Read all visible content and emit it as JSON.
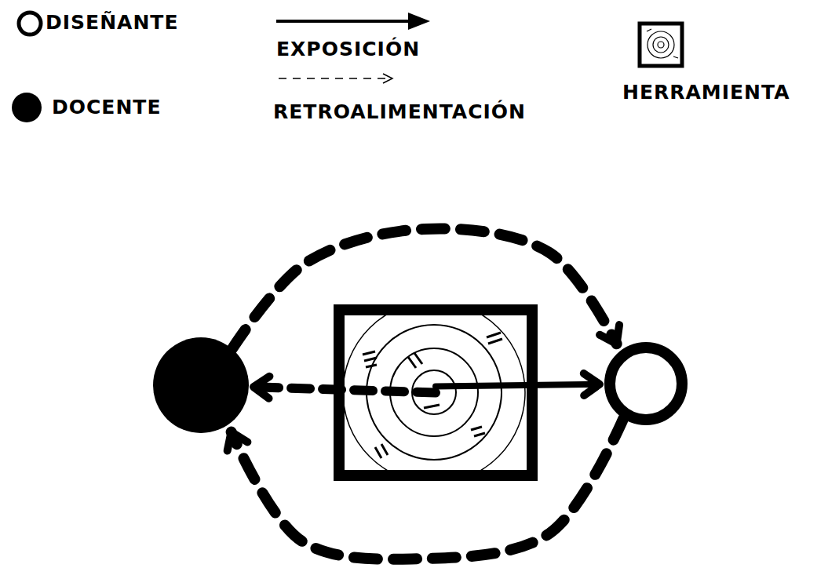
{
  "diagram": {
    "nodes": [
      {
        "text": []
      },
      {
        "text": []
      },
      {
        "text": []
      }
    ],
    "edges": [
      {
        "from": 1,
        "to": 2,
        "arrow": "to"
      },
      {
        "from": 1,
        "to": 0,
        "arrow": "to"
      },
      {
        "from": 0,
        "to": 2,
        "arrow": "to"
      },
      {
        "from": 2,
        "to": 0,
        "arrow": "to"
      }
    ],
    "legend": [
      {
        "text": "DISEÑANTE"
      },
      {
        "text": "DOCENTE"
      },
      {
        "text": "EXPOSICIÓN"
      },
      {
        "text": "RETROALIMENTACIÓN"
      },
      {
        "text": "HERRAMIENTA"
      }
    ]
  }
}
